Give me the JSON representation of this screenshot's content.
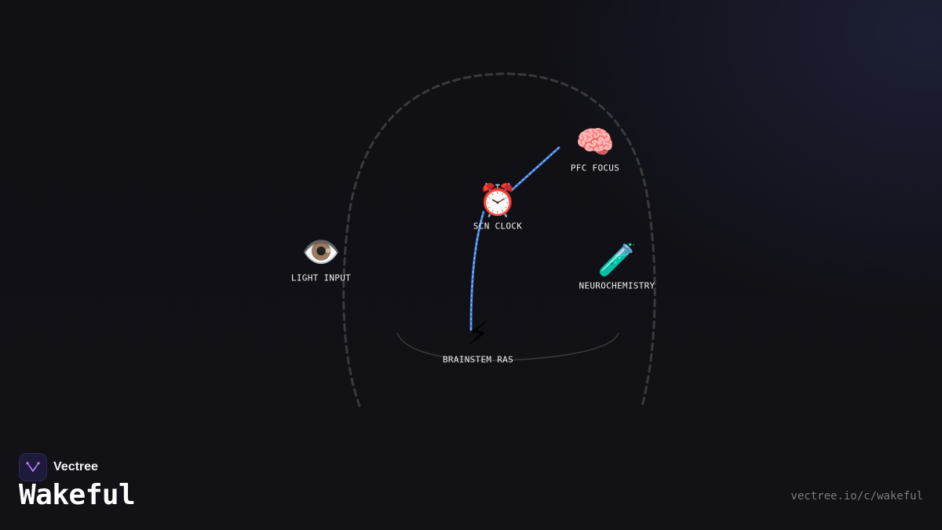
{
  "nodes": [
    {
      "id": "pfc",
      "emoji": "🧠",
      "label": "PFC FOCUS",
      "icon": "brain-icon"
    },
    {
      "id": "scn",
      "emoji": "⏰",
      "label": "SCN CLOCK",
      "icon": "alarm-clock-icon"
    },
    {
      "id": "light",
      "emoji": "👁️",
      "label": "LIGHT INPUT",
      "icon": "eye-icon"
    },
    {
      "id": "neuro",
      "emoji": "🧪",
      "label": "NEUROCHEMISTRY",
      "icon": "test-tube-icon"
    },
    {
      "id": "ras",
      "emoji": "⚡",
      "label": "BRAINSTEM RAS",
      "icon": "lightning-icon"
    }
  ],
  "edges": [
    {
      "from": "scn",
      "to": "pfc"
    },
    {
      "from": "ras",
      "to": "scn"
    }
  ],
  "colors": {
    "background": "#111116",
    "head_outline": "#3a3a3e",
    "edge": "#3f7fd6",
    "edge_highlight": "#9cc4ff",
    "label": "#f2f2f2"
  },
  "brand": {
    "name": "Vectree",
    "logo_icon": "vectree-logo-icon"
  },
  "title": "Wakeful",
  "url": "vectree.io/c/wakeful"
}
